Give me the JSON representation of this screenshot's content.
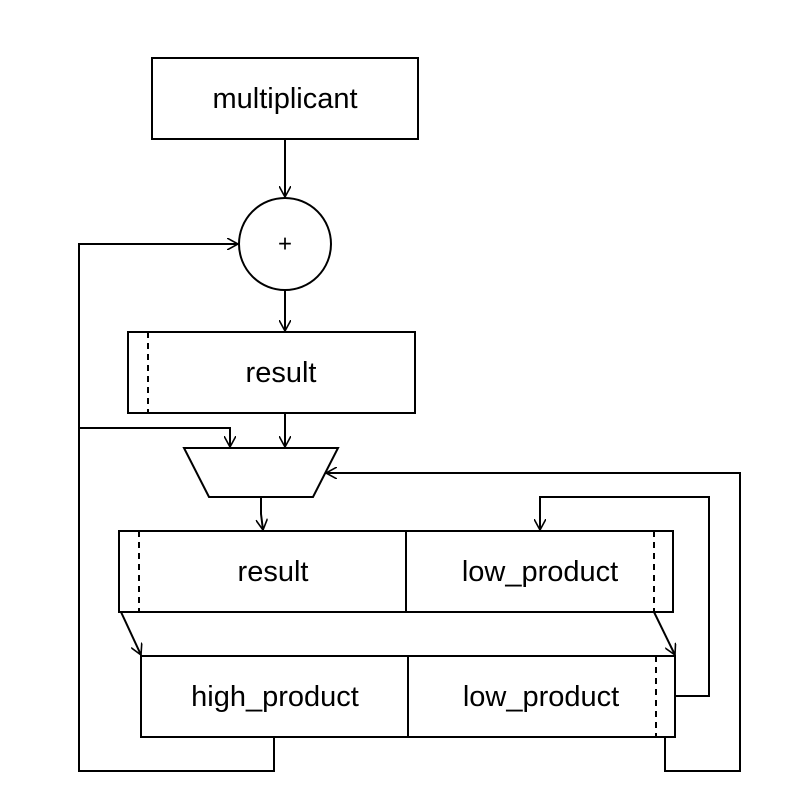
{
  "diagram": {
    "multiplicand_label": "multiplicant",
    "adder_symbol": "+",
    "result_register_label": "result",
    "combined_register": {
      "left_label": "result",
      "right_label": "low_product"
    },
    "output_register": {
      "left_label": "high_product",
      "right_label": "low_product"
    }
  },
  "colors": {
    "stroke": "#000000",
    "background": "#ffffff"
  }
}
